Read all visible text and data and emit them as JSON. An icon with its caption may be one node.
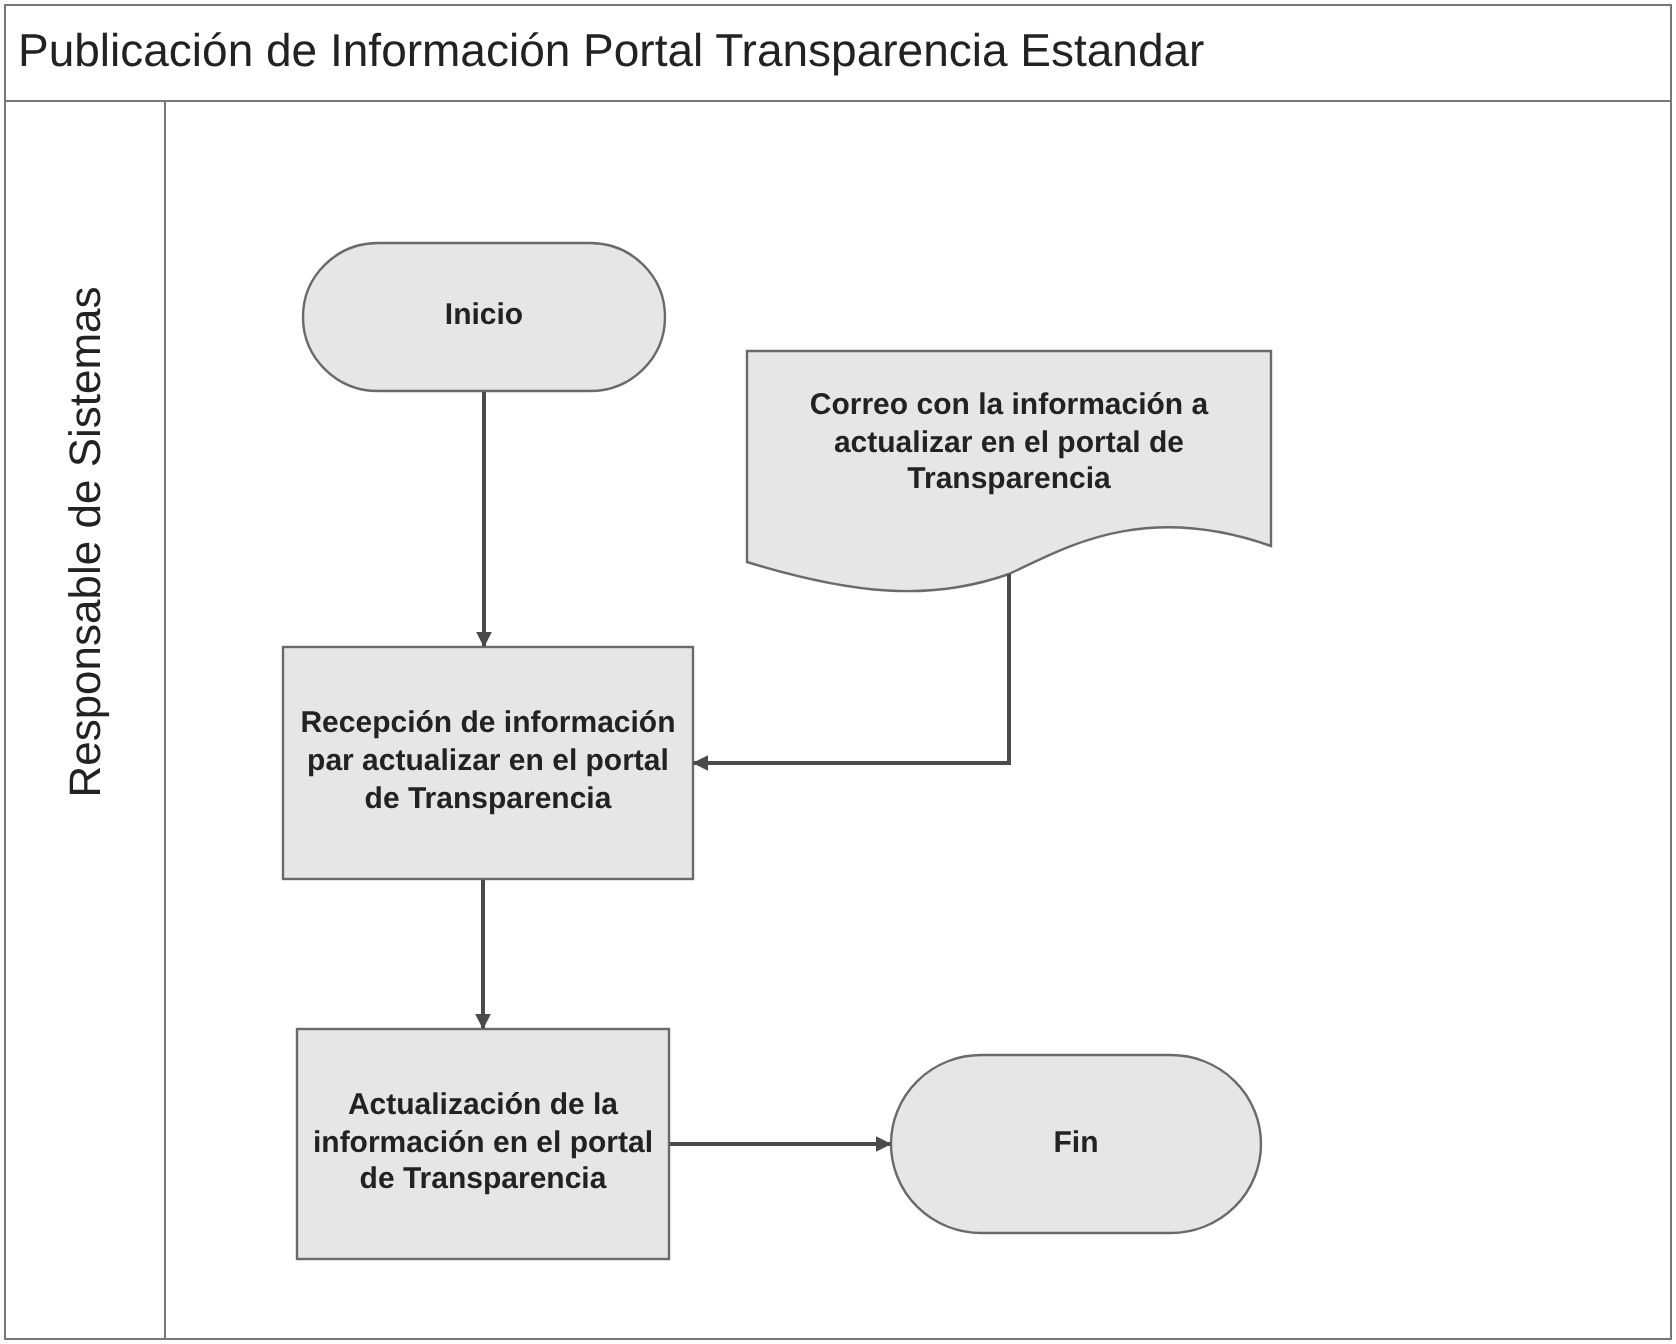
{
  "diagram": {
    "nodes": [
      {
        "text": [
          "Publicación de Información Portal Transparencia Estandar"
        ]
      },
      {
        "text": [
          "Responsable de Sistemas"
        ],
        "in": 0
      },
      {
        "text": [
          "Inicio"
        ],
        "in": 1
      },
      {
        "text": [
          "Correo con la información a actualizar en el portal de Transparencia"
        ],
        "in": 1
      },
      {
        "text": [
          "Recepción de información par actualizar en el portal de Transparencia"
        ],
        "in": 1
      },
      {
        "text": [
          "Actualización de la información en el portal de Transparencia"
        ],
        "in": 1
      },
      {
        "text": [
          "Fin"
        ],
        "in": 1
      }
    ],
    "edges": [
      {
        "from": 2,
        "to": 4,
        "arrow": "to"
      },
      {
        "from": 3,
        "to": 4,
        "arrow": "to"
      },
      {
        "from": 4,
        "to": 5,
        "arrow": "to"
      },
      {
        "from": 5,
        "to": 6,
        "arrow": "to"
      }
    ]
  }
}
